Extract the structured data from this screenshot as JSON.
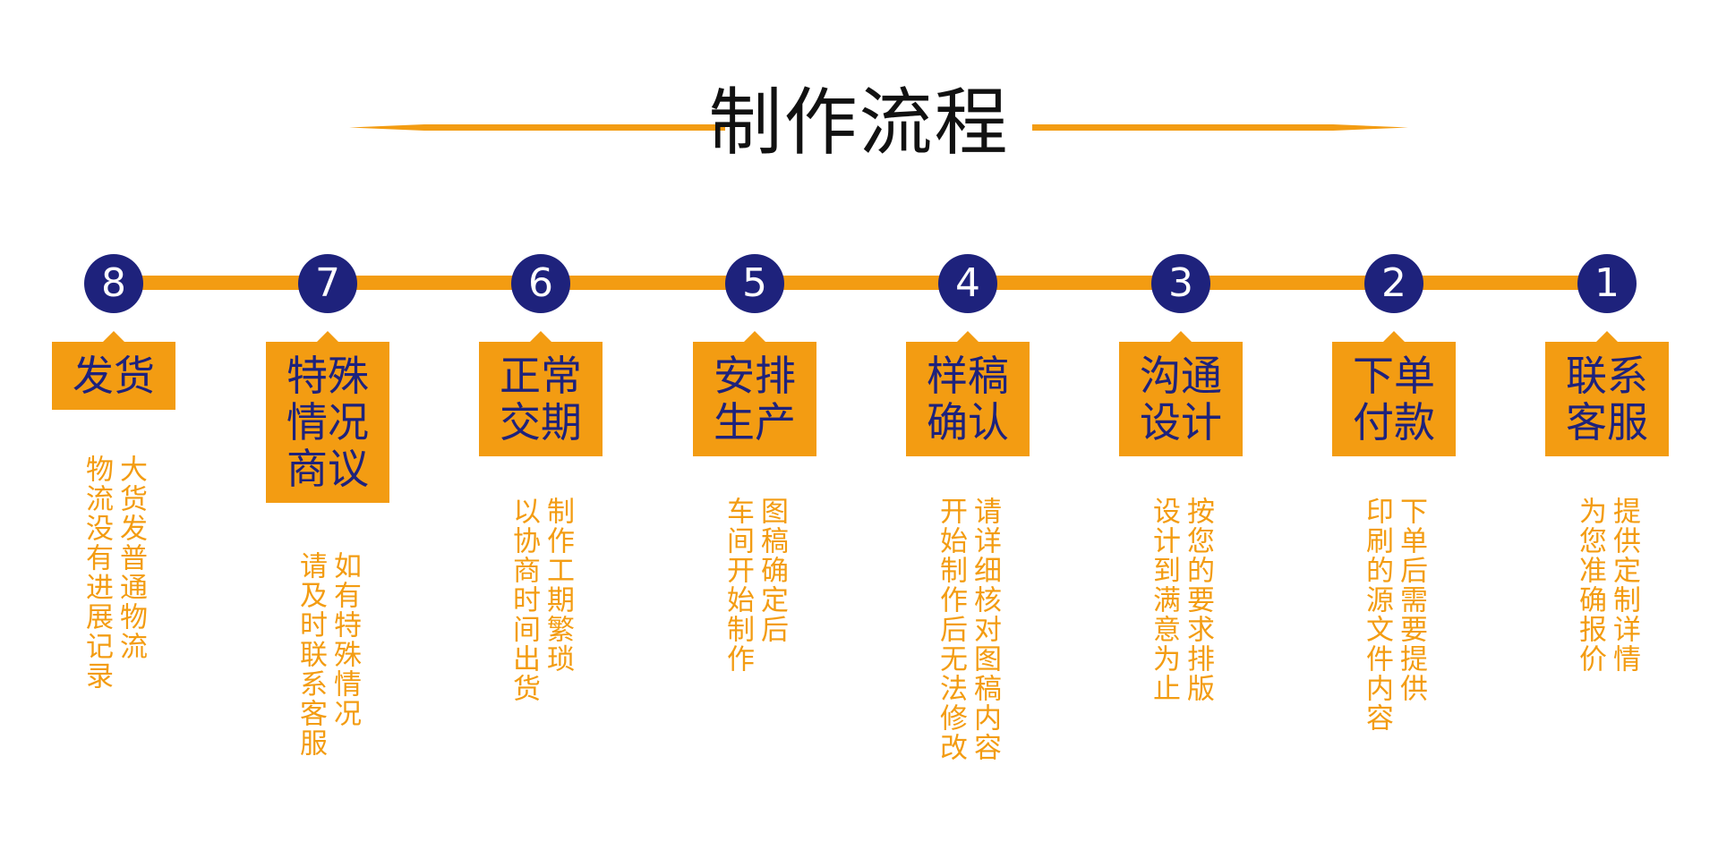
{
  "title": "制作流程",
  "colors": {
    "accent": "#f39c12",
    "navy": "#1e227c",
    "title": "#111111"
  },
  "steps": [
    {
      "num": "8",
      "label_lines": [
        "发货"
      ],
      "desc_cols": [
        "大货发普通物流",
        "物流没有进展记录"
      ]
    },
    {
      "num": "7",
      "label_lines": [
        "特殊",
        "情况",
        "商议"
      ],
      "desc_cols": [
        "如有特殊情况",
        "请及时联系客服"
      ]
    },
    {
      "num": "6",
      "label_lines": [
        "正常",
        "交期"
      ],
      "desc_cols": [
        "制作工期繁琐",
        "以协商时间出货"
      ]
    },
    {
      "num": "5",
      "label_lines": [
        "安排",
        "生产"
      ],
      "desc_cols": [
        "图稿确定后",
        "车间开始制作"
      ]
    },
    {
      "num": "4",
      "label_lines": [
        "样稿",
        "确认"
      ],
      "desc_cols": [
        "请详细核对图稿内容",
        "开始制作后无法修改"
      ]
    },
    {
      "num": "3",
      "label_lines": [
        "沟通",
        "设计"
      ],
      "desc_cols": [
        "按您的要求排版",
        "设计到满意为止"
      ]
    },
    {
      "num": "2",
      "label_lines": [
        "下单",
        "付款"
      ],
      "desc_cols": [
        "下单后需要提供",
        "印刷的源文件内容"
      ]
    },
    {
      "num": "1",
      "label_lines": [
        "联系",
        "客服"
      ],
      "desc_cols": [
        "提供定制详情",
        "为您准确报价"
      ]
    }
  ]
}
